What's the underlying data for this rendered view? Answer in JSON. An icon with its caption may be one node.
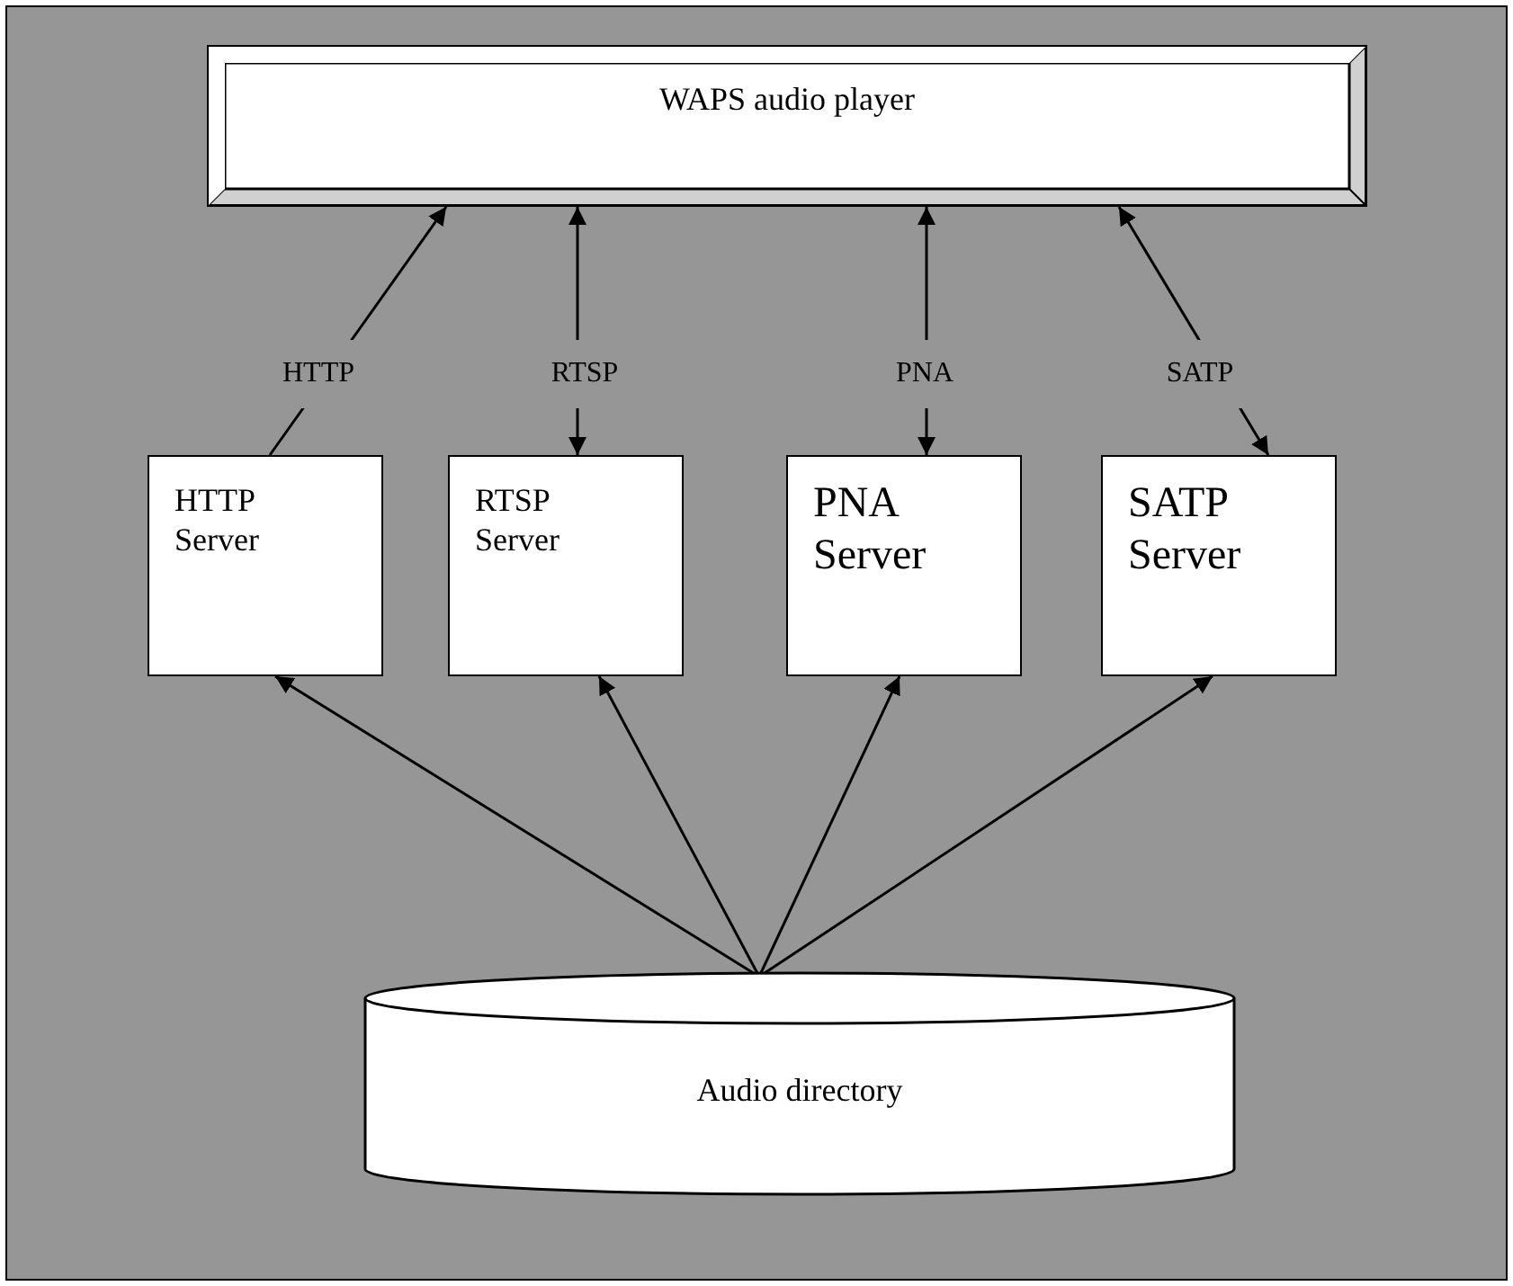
{
  "diagram": {
    "nodes": [
      {
        "text": [
          "WAPS audio player"
        ]
      },
      {
        "text": [
          "HTTP Server"
        ]
      },
      {
        "text": [
          "RTSP Server"
        ]
      },
      {
        "text": [
          "PNA Server"
        ]
      },
      {
        "text": [
          "SATP Server"
        ]
      },
      {
        "text": [
          "Audio directory"
        ]
      }
    ],
    "edges": [
      {
        "from": 1,
        "to": 0,
        "arrow": "to",
        "label": "HTTP"
      },
      {
        "from": 2,
        "to": 0,
        "arrow": "both",
        "label": "RTSP"
      },
      {
        "from": 3,
        "to": 0,
        "arrow": "both",
        "label": "PNA"
      },
      {
        "from": 4,
        "to": 0,
        "arrow": "both",
        "label": "SATP"
      },
      {
        "from": 5,
        "to": 1,
        "arrow": "to"
      },
      {
        "from": 5,
        "to": 2,
        "arrow": "to"
      },
      {
        "from": 5,
        "to": 3,
        "arrow": "to"
      },
      {
        "from": 5,
        "to": 4,
        "arrow": "to"
      }
    ]
  }
}
